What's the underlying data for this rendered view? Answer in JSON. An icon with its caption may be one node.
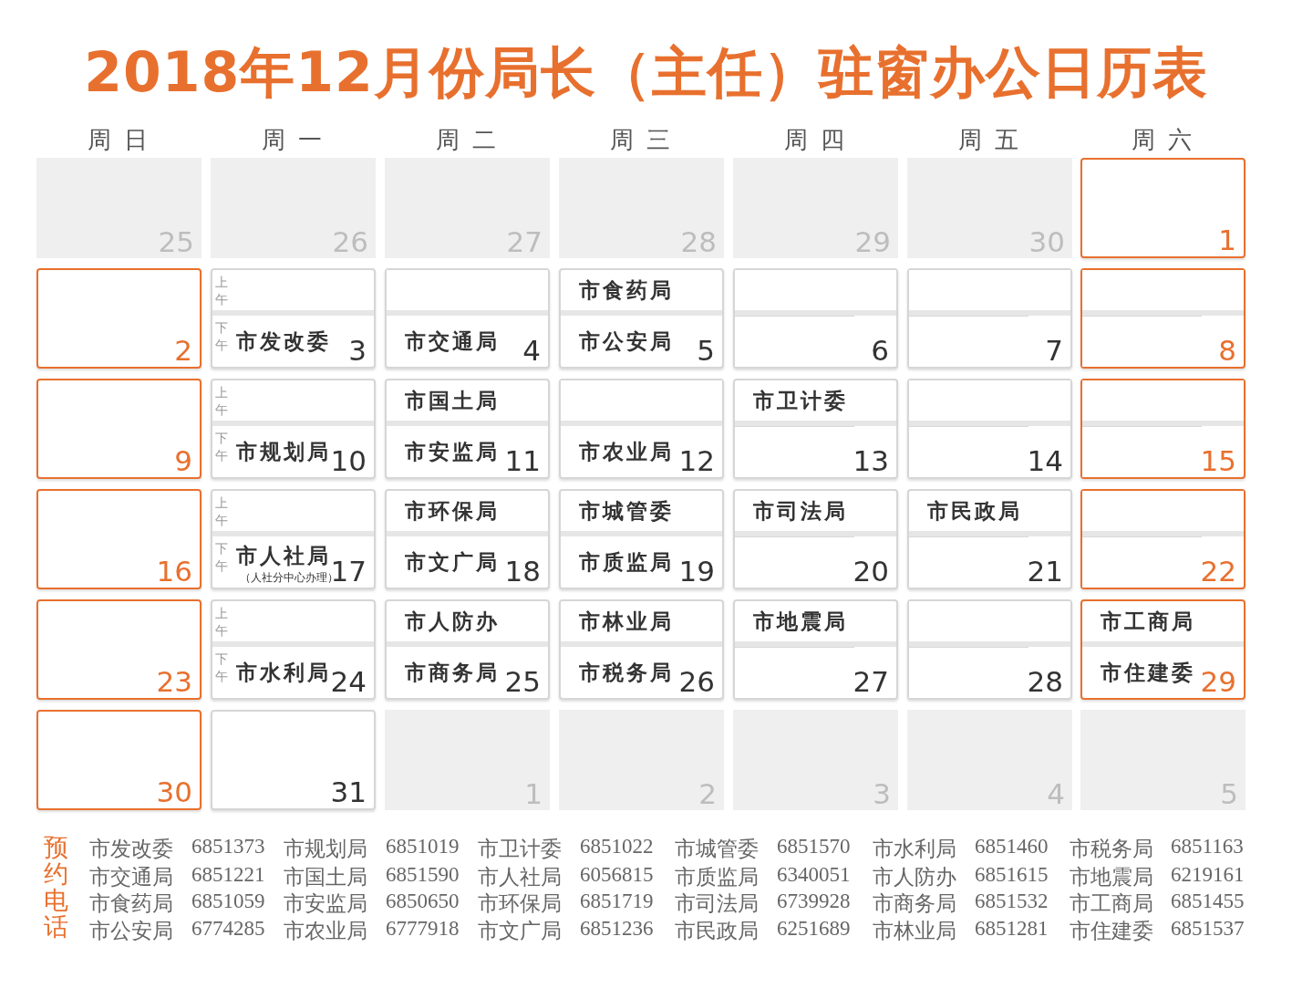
{
  "diagram": {
    "title": "2018年12月份局长（主任）驻窗办公日历表",
    "nodes": [
      {
        "text": [
          "25"
        ]
      },
      {
        "text": [
          "26"
        ]
      },
      {
        "text": [
          "27"
        ]
      },
      {
        "text": [
          "28"
        ]
      },
      {
        "text": [
          "29"
        ]
      },
      {
        "text": [
          "30"
        ]
      },
      {
        "text": [
          "1"
        ]
      },
      {
        "text": [
          "2"
        ]
      },
      {
        "text": [
          "3"
        ]
      },
      {
        "text": [
          "上午"
        ],
        "in": 8
      },
      {
        "text": [
          "下午",
          "市发改委"
        ],
        "in": 8
      },
      {
        "text": [
          "4"
        ]
      },
      {
        "text": [],
        "shape": "box",
        "in": 11
      },
      {
        "text": [
          "市交通局"
        ],
        "in": 11
      },
      {
        "text": [
          "5"
        ]
      },
      {
        "text": [
          "市食药局"
        ],
        "in": 14
      },
      {
        "text": [
          "市公安局"
        ],
        "in": 14
      },
      {
        "text": [
          "6"
        ]
      },
      {
        "text": [],
        "shape": "box",
        "in": 17
      },
      {
        "text": [],
        "shape": "box",
        "in": 17
      },
      {
        "text": [
          "7"
        ]
      },
      {
        "text": [],
        "shape": "box",
        "in": 20
      },
      {
        "text": [],
        "shape": "box",
        "in": 20
      },
      {
        "text": [
          "8"
        ]
      },
      {
        "text": [],
        "shape": "box",
        "in": 23
      },
      {
        "text": [],
        "shape": "box",
        "in": 23
      },
      {
        "text": [
          "9"
        ]
      },
      {
        "text": [
          "10"
        ]
      },
      {
        "text": [
          "上午"
        ],
        "in": 27
      },
      {
        "text": [
          "下午",
          "市规划局"
        ],
        "in": 27
      },
      {
        "text": [
          "11"
        ]
      },
      {
        "text": [
          "市国土局"
        ],
        "in": 30
      },
      {
        "text": [
          "市安监局"
        ],
        "in": 30
      },
      {
        "text": [
          "12"
        ]
      },
      {
        "text": [],
        "shape": "box",
        "in": 33
      },
      {
        "text": [
          "市农业局"
        ],
        "in": 33
      },
      {
        "text": [
          "13"
        ]
      },
      {
        "text": [
          "市卫计委"
        ],
        "in": 36
      },
      {
        "text": [],
        "shape": "box",
        "in": 36
      },
      {
        "text": [
          "14"
        ]
      },
      {
        "text": [],
        "shape": "box",
        "in": 39
      },
      {
        "text": [],
        "shape": "box",
        "in": 39
      },
      {
        "text": [
          "15"
        ]
      },
      {
        "text": [],
        "shape": "box",
        "in": 42
      },
      {
        "text": [],
        "shape": "box",
        "in": 42
      },
      {
        "text": [
          "16"
        ]
      },
      {
        "text": [
          "17"
        ]
      },
      {
        "text": [
          "上午"
        ],
        "in": 46
      },
      {
        "text": [
          "下午",
          "市人社局",
          "（人社分中心办理）"
        ],
        "in": 46
      },
      {
        "text": [
          "18"
        ]
      },
      {
        "text": [
          "市环保局"
        ],
        "in": 49
      },
      {
        "text": [
          "市文广局"
        ],
        "in": 49
      },
      {
        "text": [
          "19"
        ]
      },
      {
        "text": [
          "市城管委"
        ],
        "in": 52
      },
      {
        "text": [
          "市质监局"
        ],
        "in": 52
      },
      {
        "text": [
          "20"
        ]
      },
      {
        "text": [
          "市司法局"
        ],
        "in": 55
      },
      {
        "text": [],
        "shape": "box",
        "in": 55
      },
      {
        "text": [
          "21"
        ]
      },
      {
        "text": [
          "市民政局"
        ],
        "in": 58
      },
      {
        "text": [],
        "shape": "box",
        "in": 58
      },
      {
        "text": [
          "22"
        ]
      },
      {
        "text": [],
        "shape": "box",
        "in": 61
      },
      {
        "text": [],
        "shape": "box",
        "in": 61
      },
      {
        "text": [
          "23"
        ]
      },
      {
        "text": [
          "24"
        ]
      },
      {
        "text": [
          "上午"
        ],
        "in": 65
      },
      {
        "text": [
          "下午",
          "市水利局"
        ],
        "in": 65
      },
      {
        "text": [
          "25"
        ]
      },
      {
        "text": [
          "市人防办"
        ],
        "in": 68
      },
      {
        "text": [
          "市商务局"
        ],
        "in": 68
      },
      {
        "text": [
          "26"
        ]
      },
      {
        "text": [
          "市林业局"
        ],
        "in": 71
      },
      {
        "text": [
          "市税务局"
        ],
        "in": 71
      },
      {
        "text": [
          "27"
        ]
      },
      {
        "text": [
          "市地震局"
        ],
        "in": 74
      },
      {
        "text": [],
        "shape": "box",
        "in": 74
      },
      {
        "text": [
          "28"
        ]
      },
      {
        "text": [],
        "shape": "box",
        "in": 77
      },
      {
        "text": [],
        "shape": "box",
        "in": 77
      },
      {
        "text": [
          "29"
        ]
      },
      {
        "text": [
          "市工商局"
        ],
        "in": 80
      },
      {
        "text": [
          "市住建委"
        ],
        "in": 80
      },
      {
        "text": [
          "30"
        ]
      },
      {
        "text": [
          "31"
        ]
      },
      {
        "text": [
          "1"
        ]
      },
      {
        "text": [
          "2"
        ]
      },
      {
        "text": [
          "3"
        ]
      },
      {
        "text": [
          "4"
        ]
      },
      {
        "text": [
          "5"
        ]
      }
    ],
    "labels": [
      "周日",
      "周一",
      "周二",
      "周三",
      "周四",
      "周五",
      "周六",
      "预约电话",
      "市发改委",
      "6851373",
      "市规划局",
      "6851019",
      "市卫计委",
      "6851022",
      "市城管委",
      "6851570",
      "市水利局",
      "6851460",
      "市税务局",
      "6851163",
      "市交通局",
      "6851221",
      "市国土局",
      "6851590",
      "市人社局",
      "6056815",
      "市质监局",
      "6340051",
      "市人防办",
      "6851615",
      "市地震局",
      "6219161",
      "市食药局",
      "6851059",
      "市安监局",
      "6850650",
      "市环保局",
      "6851719",
      "市司法局",
      "6739928",
      "市商务局",
      "6851532",
      "市工商局",
      "6851455",
      "市公安局",
      "6774285",
      "市农业局",
      "6777918",
      "市文广局",
      "6851236",
      "市民政局",
      "6251689",
      "市林业局",
      "6851281",
      "市住建委",
      "6851537"
    ]
  }
}
